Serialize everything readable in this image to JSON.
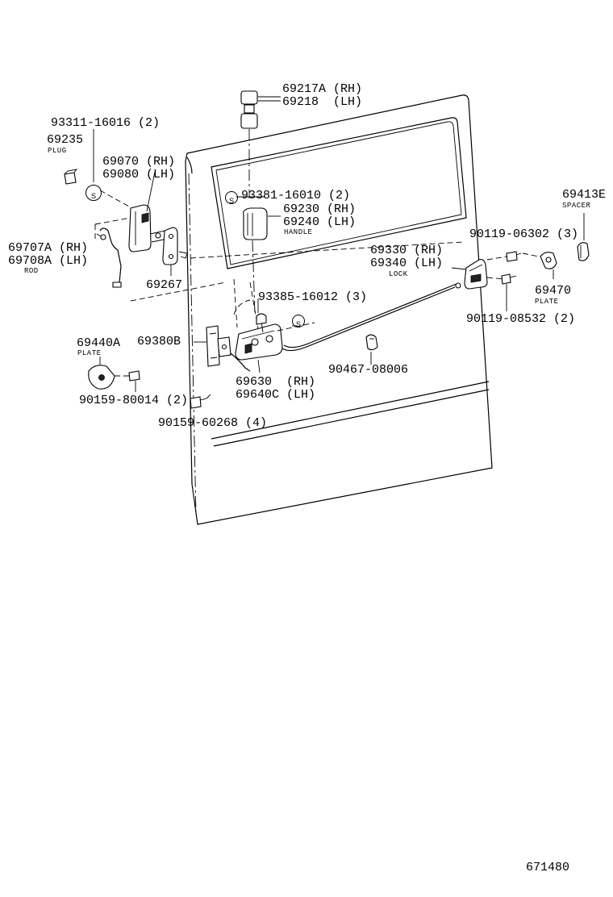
{
  "labels": {
    "p69217A": "69217A (RH)",
    "p69218": "69218  (LH)",
    "p93311": "93311-16016 (2)",
    "p69235": "69235",
    "plug": "PLUG",
    "p69070": "69070 (RH)",
    "p69080": "69080 (LH)",
    "p93381": "93381-16010 (2)",
    "p69230": "69230 (RH)",
    "p69240": "69240 (LH)",
    "handle": "HANDLE",
    "p69413": "69413E",
    "spacer": "SPACER",
    "p90119a": "90119-06302 (3)",
    "p69707": "69707A (RH)",
    "p69708": "69708A (LH)",
    "rod": "ROD",
    "p69330": "69330 (RH)",
    "p69340": "69340 (LH)",
    "lock": "LOCK",
    "p69267": "69267",
    "p69470": "69470",
    "plate1": "PLATE",
    "p93385": "93385-16012 (3)",
    "p90119b": "90119-08532 (2)",
    "p69440": "69440A",
    "plate2": "PLATE",
    "p69380": "69380B",
    "p90467": "90467-08006",
    "p69630": "69630  (RH)",
    "p69640": "69640C (LH)",
    "p90159a": "90159-80014 (2)",
    "p90159b": "90159-60268 (4)",
    "figno": "671480"
  },
  "callouts": {
    "s1": "S",
    "s2": "S",
    "s3": "S"
  }
}
